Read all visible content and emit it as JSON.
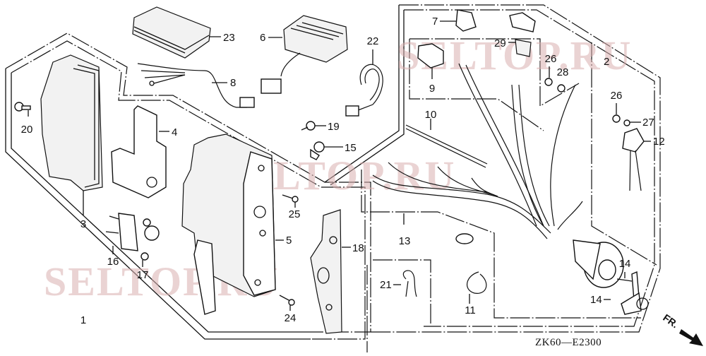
{
  "diagram": {
    "title_code": "ZK60—E2300",
    "front_indicator": "FR.",
    "watermark": "SELTOP.RU",
    "colors": {
      "line": "#111111",
      "watermark": "#d9b0b0",
      "background": "#ffffff"
    },
    "callouts": {
      "c1": "1",
      "c2": "2",
      "c3": "3",
      "c4": "4",
      "c5": "5",
      "c6": "6",
      "c7": "7",
      "c8": "8",
      "c9": "9",
      "c10": "10",
      "c11": "11",
      "c12": "12",
      "c13": "13",
      "c14a": "14",
      "c14b": "14",
      "c15": "15",
      "c16": "16",
      "c17": "17",
      "c18": "18",
      "c19": "19",
      "c20": "20",
      "c21": "21",
      "c22": "22",
      "c23": "23",
      "c24": "24",
      "c25": "25",
      "c26a": "26",
      "c26b": "26",
      "c27": "27",
      "c28": "28",
      "c29": "29"
    }
  }
}
